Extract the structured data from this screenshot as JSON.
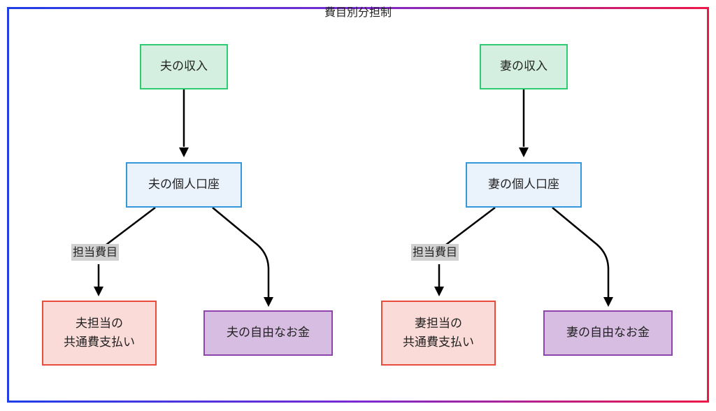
{
  "title": "費目別分担制",
  "colors": {
    "frame_gradient": [
      "#1f3ee8",
      "#7a2bd1",
      "#ee1747"
    ],
    "income_fill": "#d4efdf",
    "income_border": "#2ecc71",
    "account_fill": "#eaf2fb",
    "account_border": "#3498db",
    "shared_fill": "#fadbd8",
    "shared_border": "#e74c3c",
    "free_fill": "#d7bde2",
    "free_border": "#8e44ad",
    "edge_label_bg": "#d0d0d0"
  },
  "husband": {
    "income": "夫の収入",
    "account": "夫の個人口座",
    "edge_label": "担当費目",
    "shared": "夫担当の\n共通費支払い",
    "free": "夫の自由なお金"
  },
  "wife": {
    "income": "妻の収入",
    "account": "妻の個人口座",
    "edge_label": "担当費目",
    "shared": "妻担当の\n共通費支払い",
    "free": "妻の自由なお金"
  }
}
